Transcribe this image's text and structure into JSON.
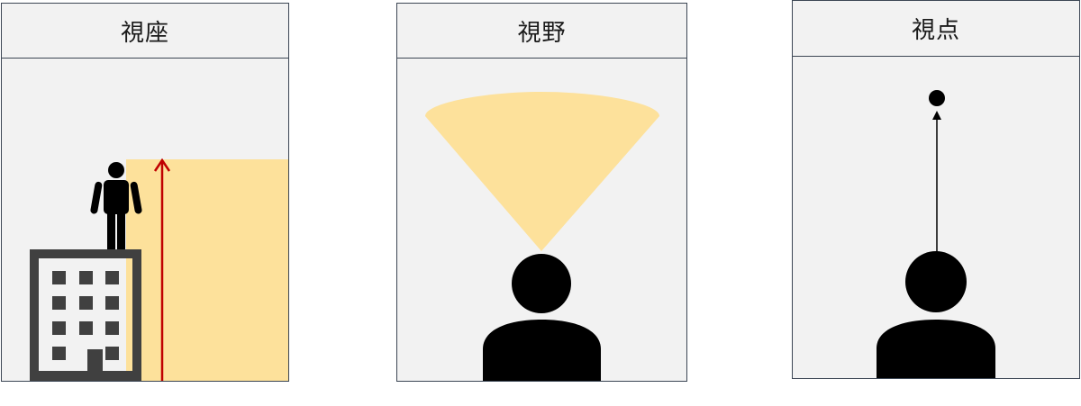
{
  "panels": [
    {
      "title": "視座"
    },
    {
      "title": "視野"
    },
    {
      "title": "視点"
    }
  ],
  "colors": {
    "panel_fill": "#f2f2f2",
    "panel_border": "#3c4654",
    "highlight_yellow": "#fde19b",
    "arrow_red": "#c00000",
    "figure_black": "#000000",
    "building_gray": "#404040"
  },
  "icons": {
    "panel_1": [
      "person-icon",
      "building-icon",
      "height-arrow-icon"
    ],
    "panel_2": [
      "person-bust-icon",
      "vision-cone-icon"
    ],
    "panel_3": [
      "person-bust-icon",
      "focus-point-icon"
    ]
  }
}
